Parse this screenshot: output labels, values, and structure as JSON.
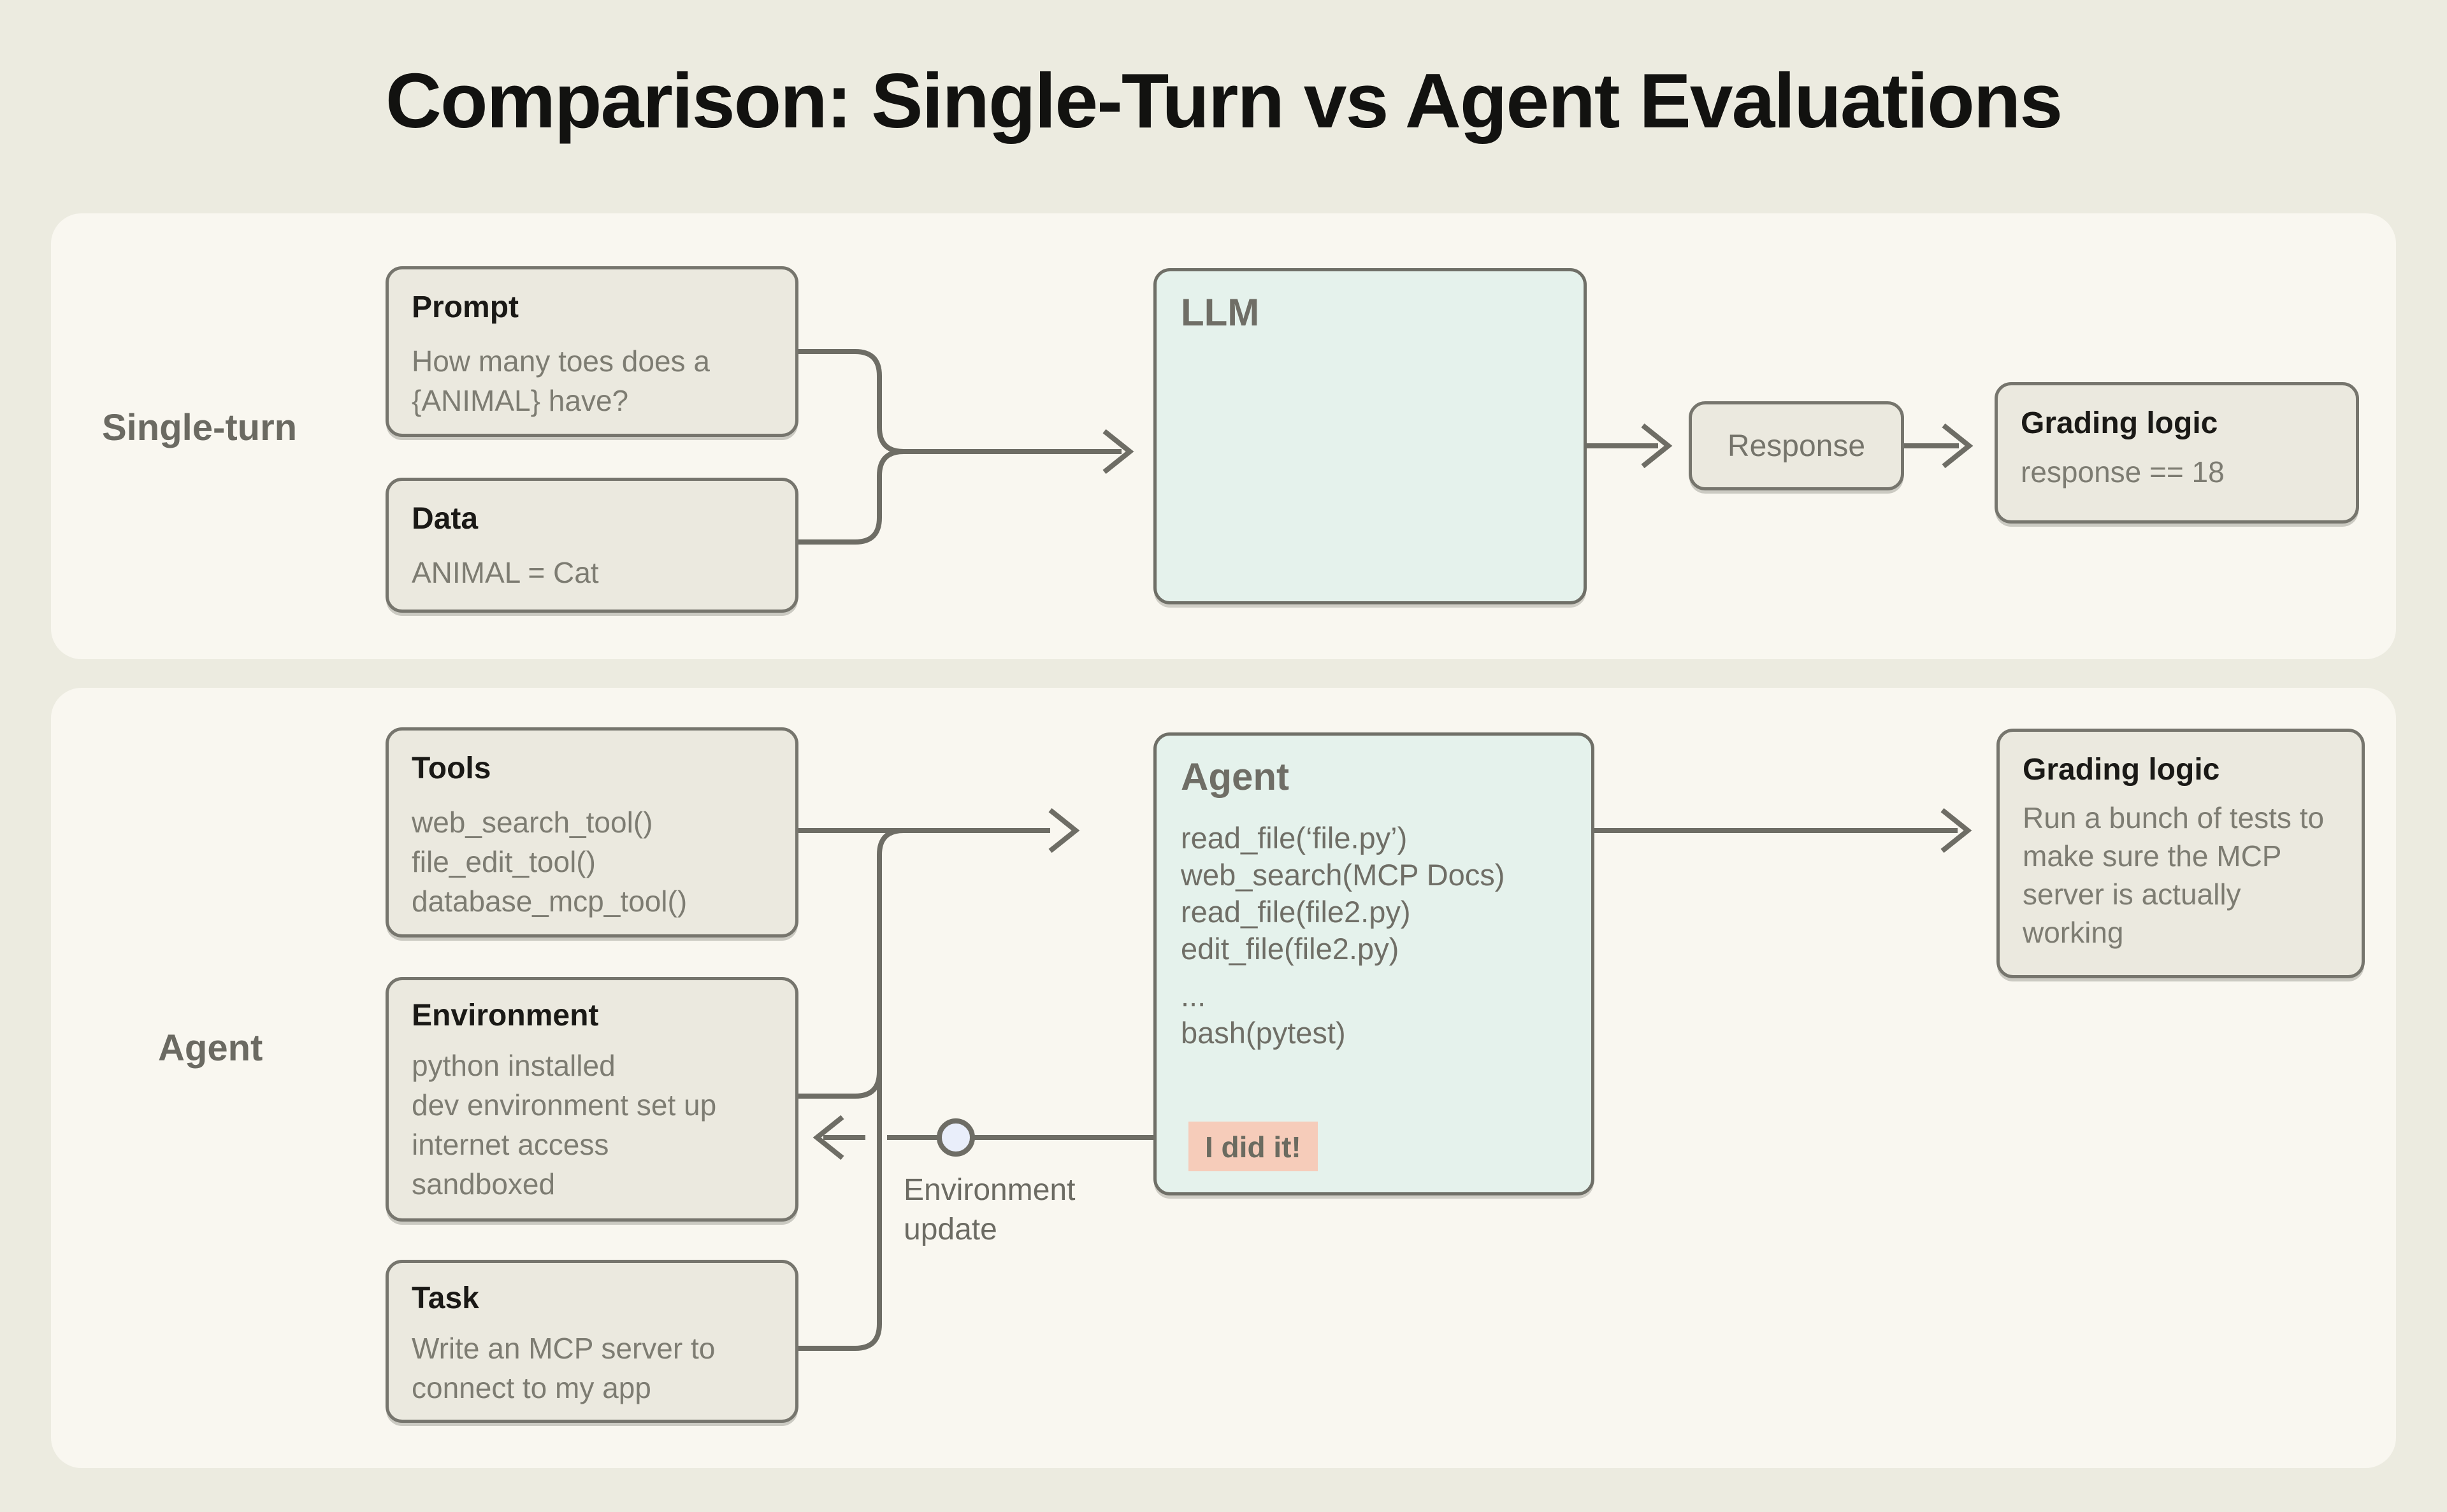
{
  "title": "Comparison: Single-Turn vs Agent Evaluations",
  "colors": {
    "page_bg": "#ECEBE0",
    "panel_bg": "#F9F7F0",
    "box_fill": "#EBE9DF",
    "box_border": "#76756D",
    "mint_fill": "#E5F2EC",
    "mint_border": "#6F6F67",
    "node_fill": "#9CDCC1",
    "connector": "#6E6D65",
    "badge_bg": "#F6CCBA",
    "title_text": "#1A1916",
    "body_text": "#7D7C72",
    "node_marker_fill": "#E9EEFA"
  },
  "icons": {
    "llm_graphic": "neural-network-icon",
    "env_update_marker": "circle-node-icon"
  },
  "single_turn": {
    "section_label": "Single-turn",
    "prompt_box": {
      "title": "Prompt",
      "body": "How many toes does a {ANIMAL} have?"
    },
    "data_box": {
      "title": "Data",
      "body": "ANIMAL = Cat"
    },
    "llm_box": {
      "title": "LLM"
    },
    "response_box": {
      "label": "Response"
    },
    "grading_box": {
      "title": "Grading logic",
      "body": "response == 18"
    }
  },
  "agent": {
    "section_label": "Agent",
    "tools_box": {
      "title": "Tools",
      "lines": [
        "web_search_tool()",
        "file_edit_tool()",
        "database_mcp_tool()"
      ]
    },
    "environment_box": {
      "title": "Environment",
      "lines": [
        "python installed",
        "dev environment set up",
        "internet access",
        "sandboxed"
      ]
    },
    "task_box": {
      "title": "Task",
      "body": "Write an MCP server to connect to my app"
    },
    "agent_box": {
      "title": "Agent",
      "lines": [
        "read_file(‘file.py’)",
        "web_search(MCP Docs)",
        "read_file(file2.py)",
        "edit_file(file2.py)",
        "...",
        "bash(pytest)"
      ],
      "badge": "I did it!"
    },
    "env_update_label": "Environment update",
    "grading_box": {
      "title": "Grading logic",
      "body": "Run a bunch of tests to make sure the MCP server is actually working"
    }
  }
}
